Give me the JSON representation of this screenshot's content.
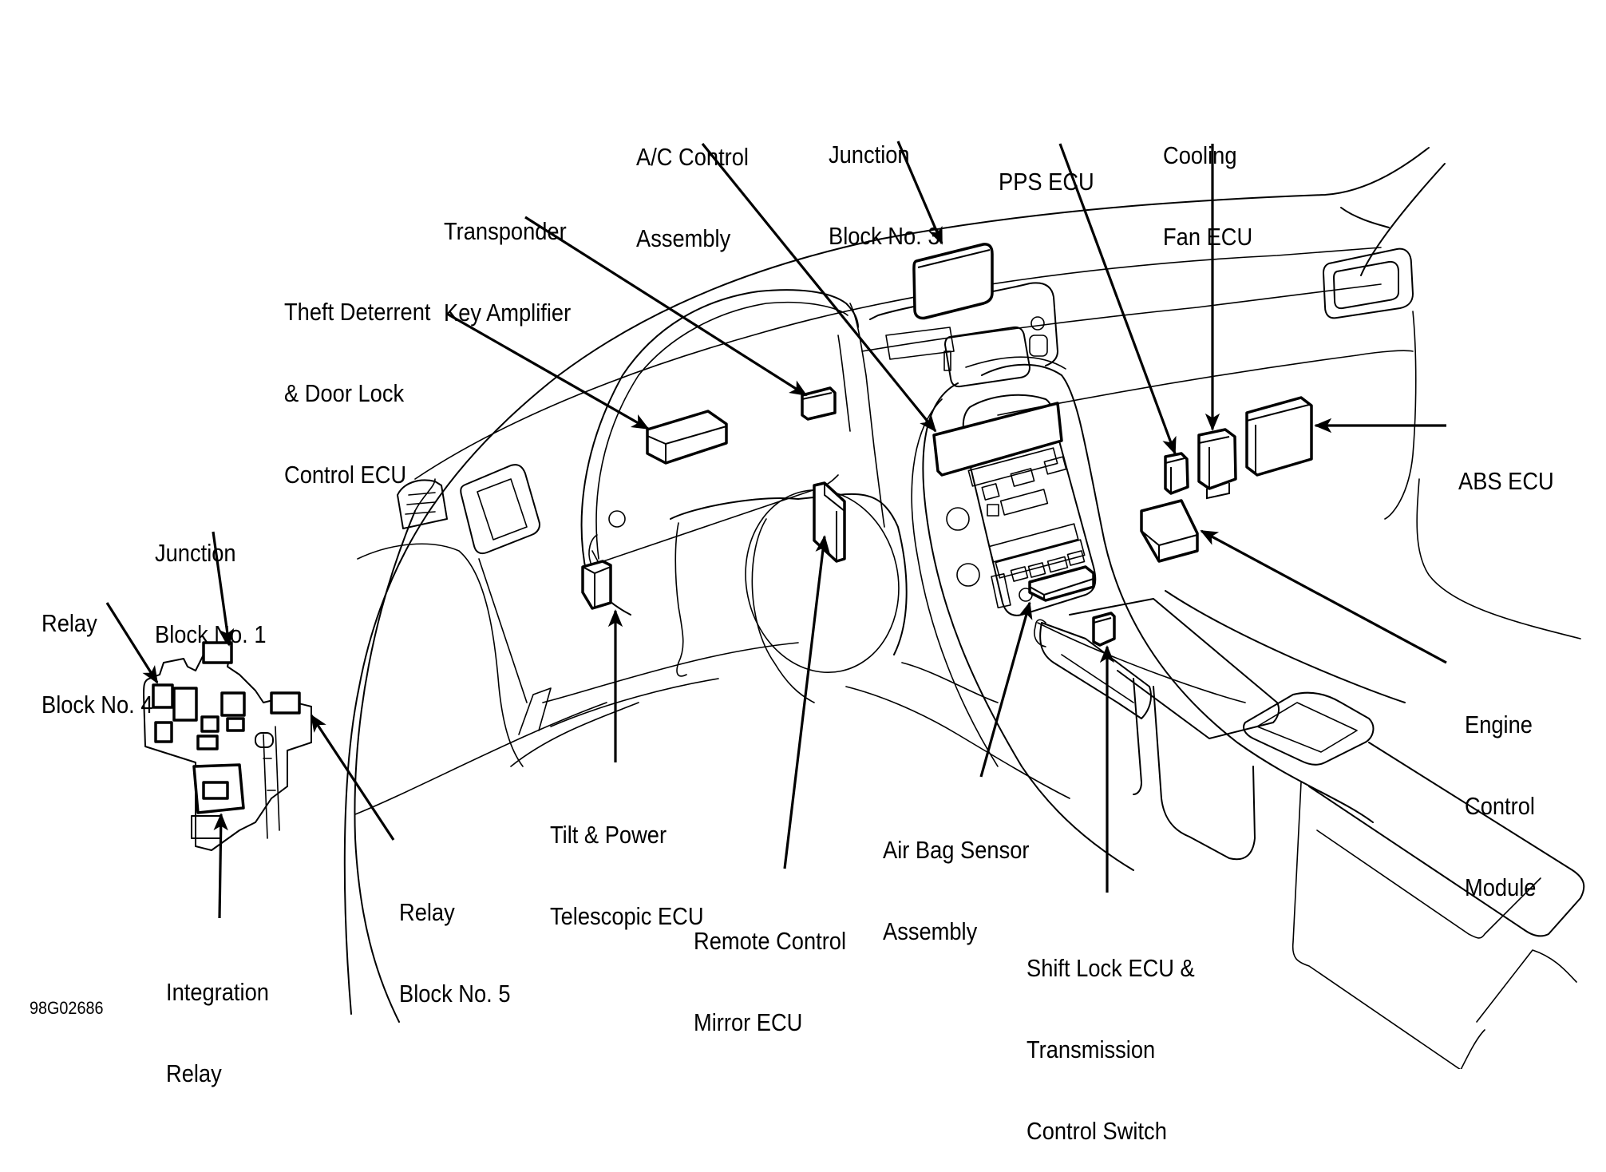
{
  "figure": {
    "code": "98G02686",
    "colors": {
      "ink": "#000000",
      "paper": "#ffffff"
    }
  },
  "labels": {
    "ac_control": [
      "A/C Control",
      "Assembly"
    ],
    "junction_block_3": [
      "Junction",
      "Block No. 3"
    ],
    "pps_ecu": [
      "PPS ECU"
    ],
    "cooling_fan_ecu": [
      "Cooling",
      "Fan ECU"
    ],
    "transponder": [
      "Transponder",
      "Key Amplifier"
    ],
    "theft_deterrent": [
      "Theft Deterrent",
      "& Door Lock",
      "Control ECU"
    ],
    "abs_ecu": [
      "ABS ECU"
    ],
    "junction_block_1": [
      "Junction",
      "Block No. 1"
    ],
    "relay_block_4": [
      "Relay",
      "Block No. 4"
    ],
    "engine_control": [
      "Engine",
      "Control",
      "Module"
    ],
    "tilt_power": [
      "Tilt & Power",
      "Telescopic ECU"
    ],
    "air_bag": [
      "Air Bag Sensor",
      "Assembly"
    ],
    "relay_block_5": [
      "Relay",
      "Block No. 5"
    ],
    "remote_mirror": [
      "Remote Control",
      "Mirror ECU"
    ],
    "shift_lock": [
      "Shift Lock ECU &",
      "Transmission",
      "Control Switch"
    ],
    "integration_relay": [
      "Integration",
      "Relay"
    ]
  }
}
